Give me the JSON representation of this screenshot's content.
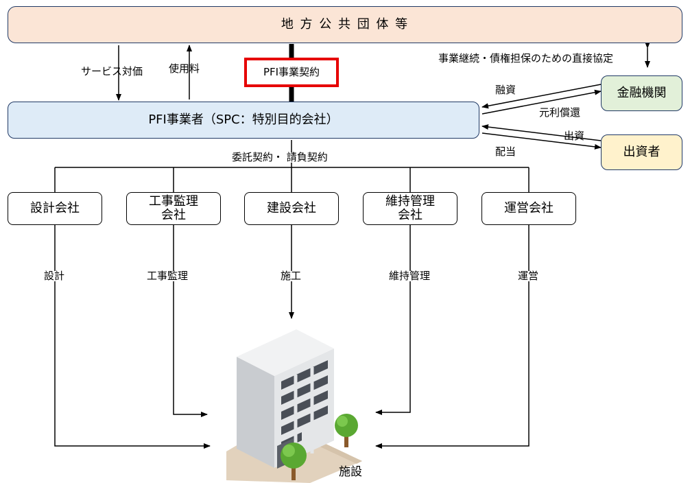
{
  "boxes": {
    "government": "地 方 公 共 団 体 等",
    "spc": "PFI事業者（SPC：特別目的会社）",
    "financial": "金融機関",
    "investor": "出資者",
    "design_company": "設計会社",
    "supervision_company_l1": "工事監理",
    "supervision_company_l2": "会社",
    "construction_company": "建設会社",
    "maintenance_company_l1": "維持管理",
    "maintenance_company_l2": "会社",
    "operation_company": "運営会社"
  },
  "labels": {
    "contract": "PFI事業契約",
    "service_payment": "サービス対価",
    "usage_fee": "使用料",
    "direct_agreement": "事業継続・債権担保のための直接協定",
    "loan": "融資",
    "repayment": "元利償還",
    "investment": "出資",
    "dividend": "配当",
    "subcontract": "委託契約・ 請負契約",
    "design": "設計",
    "supervision": "工事監理",
    "construction": "施工",
    "maintenance": "維持管理",
    "operation": "運営",
    "facility": "施設"
  },
  "colors": {
    "government_fill": "#fbe5d6",
    "spc_fill": "#deebf7",
    "financial_fill": "#e2f0d9",
    "investor_fill": "#fff2cc",
    "box_border": "#1f3864",
    "highlight_border": "#e60000"
  }
}
